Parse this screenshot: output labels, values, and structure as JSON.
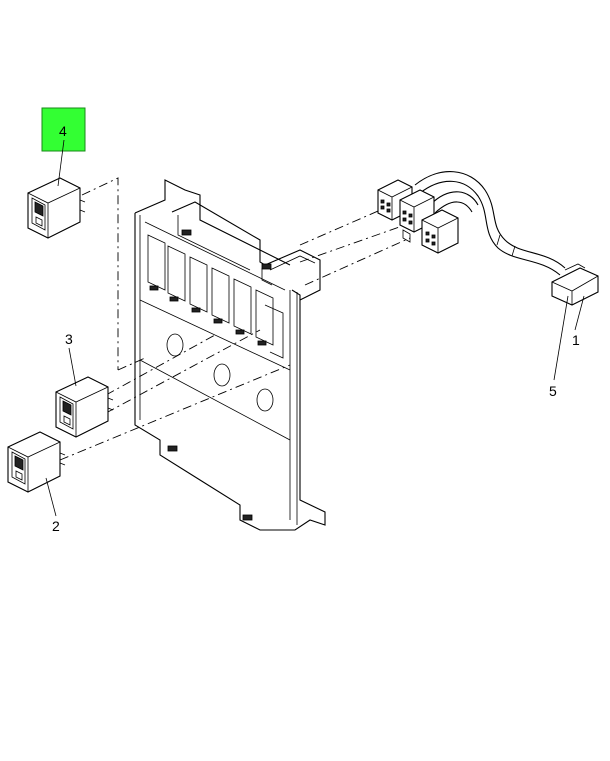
{
  "callouts": [
    {
      "id": "1",
      "label": "1"
    },
    {
      "id": "2",
      "label": "2"
    },
    {
      "id": "3",
      "label": "3"
    },
    {
      "id": "4",
      "label": "4"
    },
    {
      "id": "5",
      "label": "5"
    }
  ],
  "highlight_color": "#33ff33",
  "highlighted_callout": "4"
}
